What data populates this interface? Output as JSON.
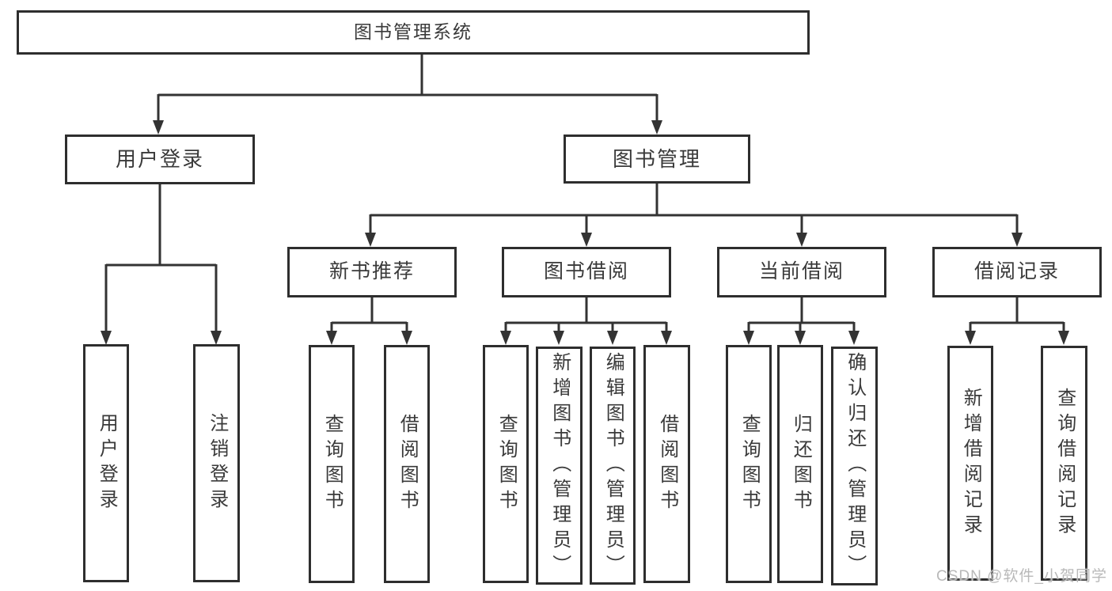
{
  "watermark": "CSDN @软件_小贺同学",
  "colors": {
    "line": "#333333",
    "box_border": "#2e2e2e",
    "box_background": "#ffffff",
    "text": "#3a3a3a",
    "watermark_text": "#b9b9b9"
  },
  "tree": {
    "root": {
      "label": "图书管理系统",
      "children": [
        {
          "label": "用户登录",
          "children": [
            {
              "label": "用户登录"
            },
            {
              "label": "注销登录"
            }
          ]
        },
        {
          "label": "图书管理",
          "children": [
            {
              "label": "新书推荐",
              "children": [
                {
                  "label": "查询图书"
                },
                {
                  "label": "借阅图书"
                }
              ]
            },
            {
              "label": "图书借阅",
              "children": [
                {
                  "label": "查询图书"
                },
                {
                  "label": "新增图书（管理员）"
                },
                {
                  "label": "编辑图书（管理员）"
                },
                {
                  "label": "借阅图书"
                }
              ]
            },
            {
              "label": "当前借阅",
              "children": [
                {
                  "label": "查询图书"
                },
                {
                  "label": "归还图书"
                },
                {
                  "label": "确认归还（管理员）"
                }
              ]
            },
            {
              "label": "借阅记录",
              "children": [
                {
                  "label": "新增借阅记录"
                },
                {
                  "label": "查询借阅记录"
                }
              ]
            }
          ]
        }
      ]
    }
  }
}
